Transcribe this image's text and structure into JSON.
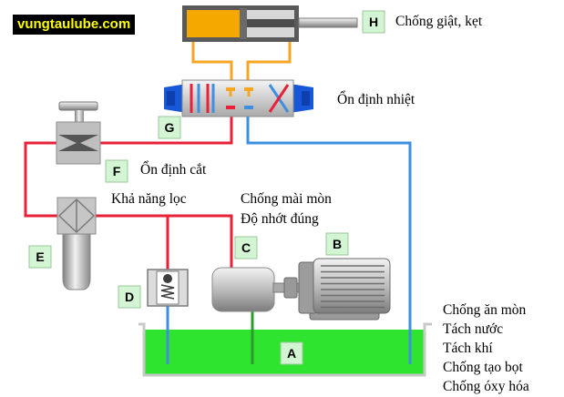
{
  "brand": {
    "text": "vungtaulube.com"
  },
  "badges": {
    "a": "A",
    "b": "B",
    "c": "C",
    "d": "D",
    "e": "E",
    "f": "F",
    "g": "G",
    "h": "H"
  },
  "labels": {
    "h": "Chống giật, kẹt",
    "g": "Ổn định nhiệt",
    "f": "Ổn định cắt",
    "e": "Khả năng lọc",
    "c_line1": "Chống mài mòn",
    "c_line2": "Độ nhớt đúng",
    "a_list": [
      "Chống ăn mòn",
      "Tách nước",
      "Tách khí",
      "Chống tạo bọt",
      "Chống óxy hóa"
    ]
  },
  "colors": {
    "pressure_line": "#e8203a",
    "return_line": "#3e8fe0",
    "cylinder_line": "#f5a623",
    "oil": "#2ee42e",
    "valve_ends": "#1857d8"
  }
}
